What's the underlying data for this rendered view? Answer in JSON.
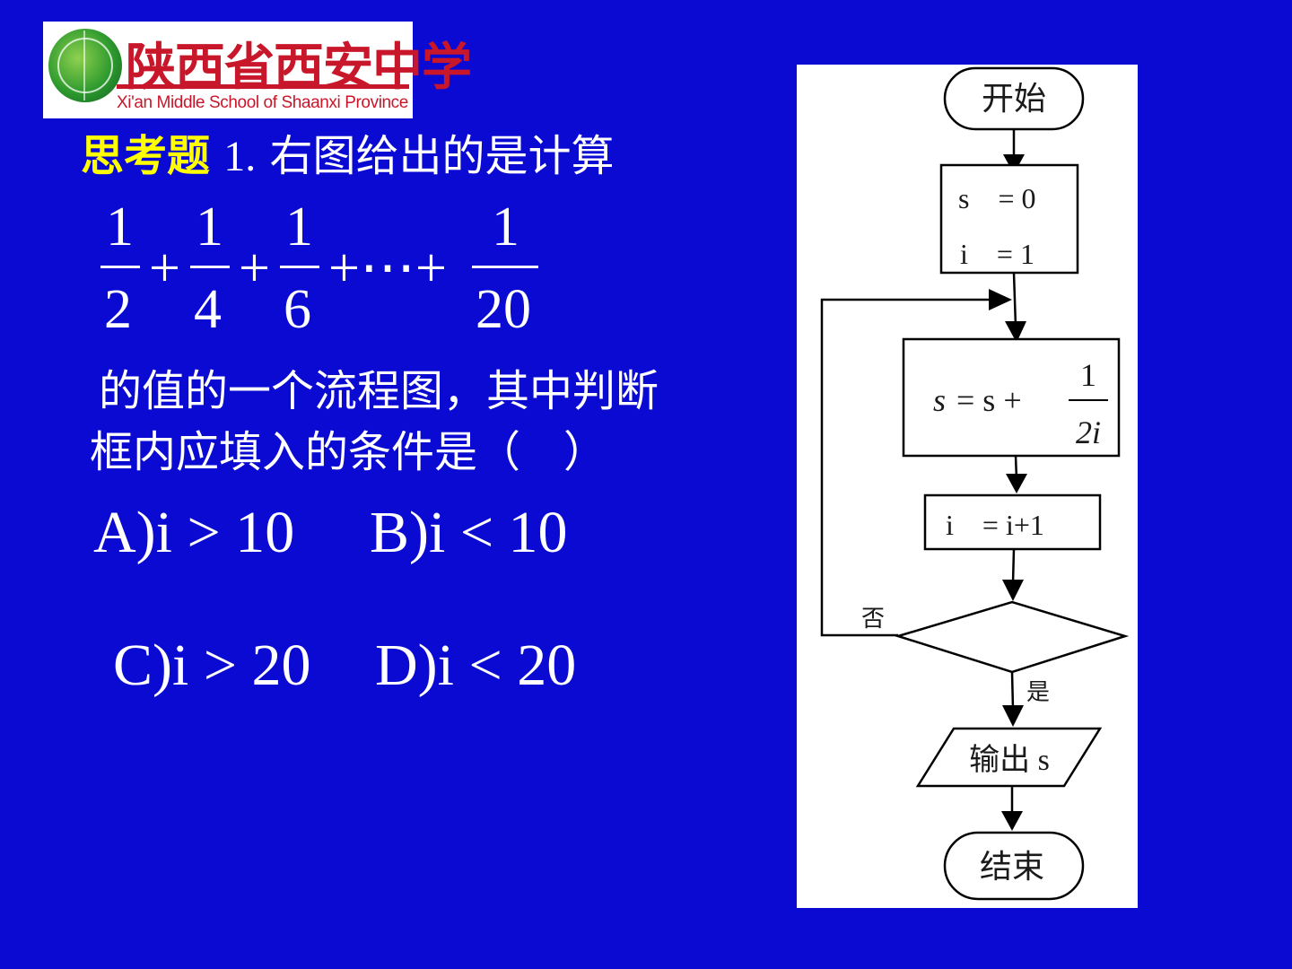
{
  "logo": {
    "name_cn": "陕西省西安中学",
    "name_en": "Xi'an Middle School of Shaanxi Province"
  },
  "question": {
    "label": "思考题",
    "number": "1.",
    "line1": "右图给出的是计算",
    "expression": {
      "terms": [
        {
          "num": "1",
          "den": "2"
        },
        {
          "num": "1",
          "den": "4"
        },
        {
          "num": "1",
          "den": "6"
        },
        {
          "num": "1",
          "den": "20"
        }
      ],
      "plus": "+",
      "ellipsis": "+⋯+"
    },
    "line2": "的值的一个流程图，其中判断",
    "line3": "框内应填入的条件是（　）"
  },
  "options": [
    {
      "letter": "A)",
      "text": "i > 10"
    },
    {
      "letter": "B)",
      "text": "i < 10"
    },
    {
      "letter": "C)",
      "text": "i > 20"
    },
    {
      "letter": "D)",
      "text": "i < 20"
    }
  ],
  "flowchart": {
    "start": "开始",
    "init_s": "s　= 0",
    "init_i": "i　= 1",
    "update_s_left": "s",
    "update_s_mid": "= s +",
    "update_s_num": "1",
    "update_s_den": "2i",
    "update_i": "i　= i+1",
    "no_label": "否",
    "yes_label": "是",
    "output": "输出 s",
    "end": "结束"
  },
  "colors": {
    "background": "#0a0ad2",
    "label_yellow": "#ffff00",
    "logo_red": "#c8162a"
  }
}
